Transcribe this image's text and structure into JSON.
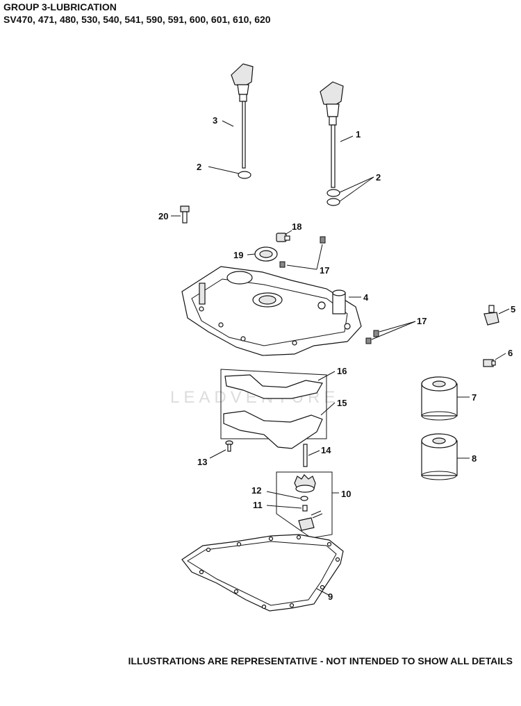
{
  "header": {
    "title": "GROUP 3-LUBRICATION",
    "models": "SV470, 471, 480, 530, 540, 541, 590, 591, 600, 601, 610, 620"
  },
  "footer": {
    "note": "ILLUSTRATIONS ARE REPRESENTATIVE - NOT INTENDED TO SHOW ALL DETAILS"
  },
  "watermark": {
    "text": "LEADVENTURE"
  },
  "callouts": {
    "c1": "1",
    "c2a": "2",
    "c2b": "2",
    "c3": "3",
    "c4": "4",
    "c5": "5",
    "c6": "6",
    "c7": "7",
    "c8": "8",
    "c9": "9",
    "c10": "10",
    "c11": "11",
    "c12": "12",
    "c13": "13",
    "c14": "14",
    "c15": "15",
    "c16": "16",
    "c17a": "17",
    "c17b": "17",
    "c18": "18",
    "c19": "19",
    "c20": "20"
  }
}
